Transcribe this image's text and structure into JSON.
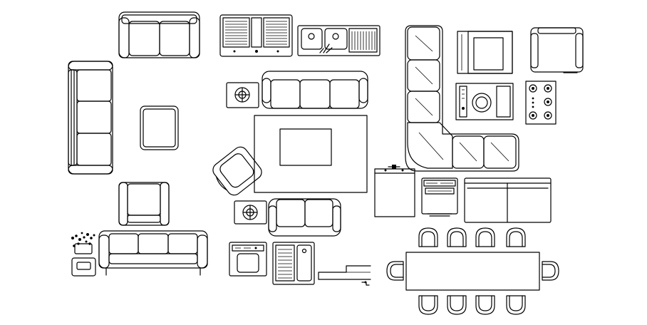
{
  "drawing": {
    "style": "cad-furniture-blocks",
    "line_color": "#000000",
    "background": "#ffffff",
    "blocks": [
      "sofa-2-seat-top",
      "sofa-3-seat-left",
      "coffee-table-square",
      "armchair-single",
      "sofa-3-seat-bottom",
      "plant-stand",
      "double-sink-drainer-1",
      "double-sink-drainer-2",
      "side-table-lamp-1",
      "sofa-3-seat-center",
      "rug-with-table",
      "lounge-chair-angled",
      "side-table-lamp-2",
      "sofa-2-seat-center",
      "washing-machine-small",
      "single-sink-drainer",
      "step-profile",
      "corner-sectional-sofa",
      "oven-unit",
      "armchair-right",
      "washer-front",
      "cooktop-4-burner",
      "sink-cabinet",
      "dishwasher",
      "kitchen-counter-cabinets",
      "dining-table-10-chairs"
    ]
  }
}
